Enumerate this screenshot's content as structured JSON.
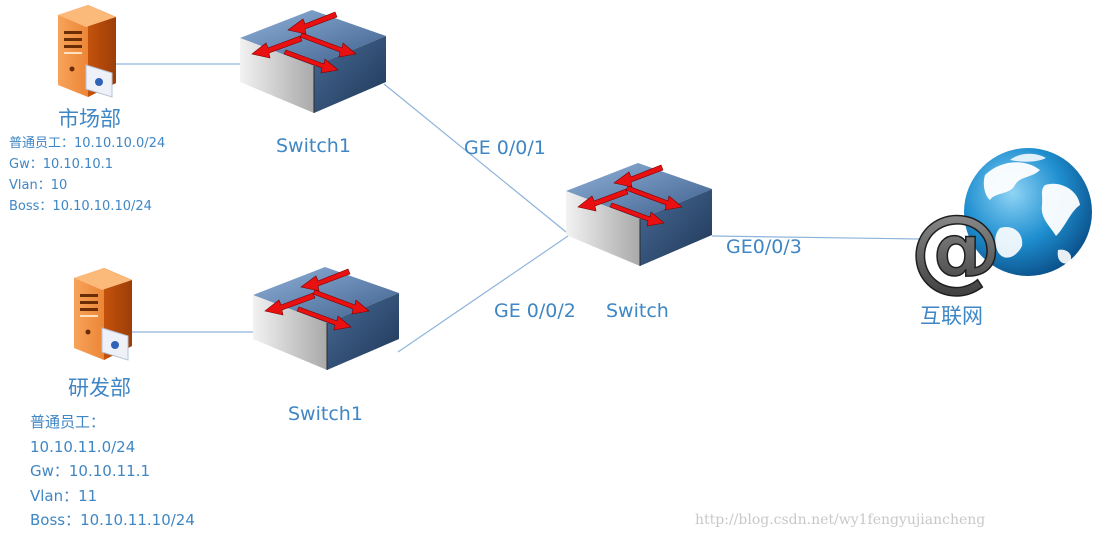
{
  "departments": [
    {
      "id": "market",
      "title": "市场部",
      "info": [
        "普通员工：10.10.10.0/24",
        "Gw：10.10.10.1",
        "Vlan：10",
        "Boss：10.10.10.10/24"
      ]
    },
    {
      "id": "rnd",
      "title": "研发部",
      "info": [
        "普通员工：",
        "10.10.11.0/24",
        "Gw：10.10.11.1",
        "Vlan：11",
        "Boss：10.10.11.10/24"
      ]
    }
  ],
  "switches": {
    "top": "Switch1",
    "bottom": "Switch1",
    "core": "Switch"
  },
  "ports": {
    "uplink1": "GE 0/0/1",
    "uplink2": "GE 0/0/2",
    "internet": "GE0/0/3"
  },
  "internet": {
    "label": "互联网",
    "symbol": "@"
  },
  "watermark": "http://blog.csdn.net/wy1fengyujiancheng",
  "colors": {
    "link": "#8fb4db",
    "label": "#3f86c4"
  }
}
